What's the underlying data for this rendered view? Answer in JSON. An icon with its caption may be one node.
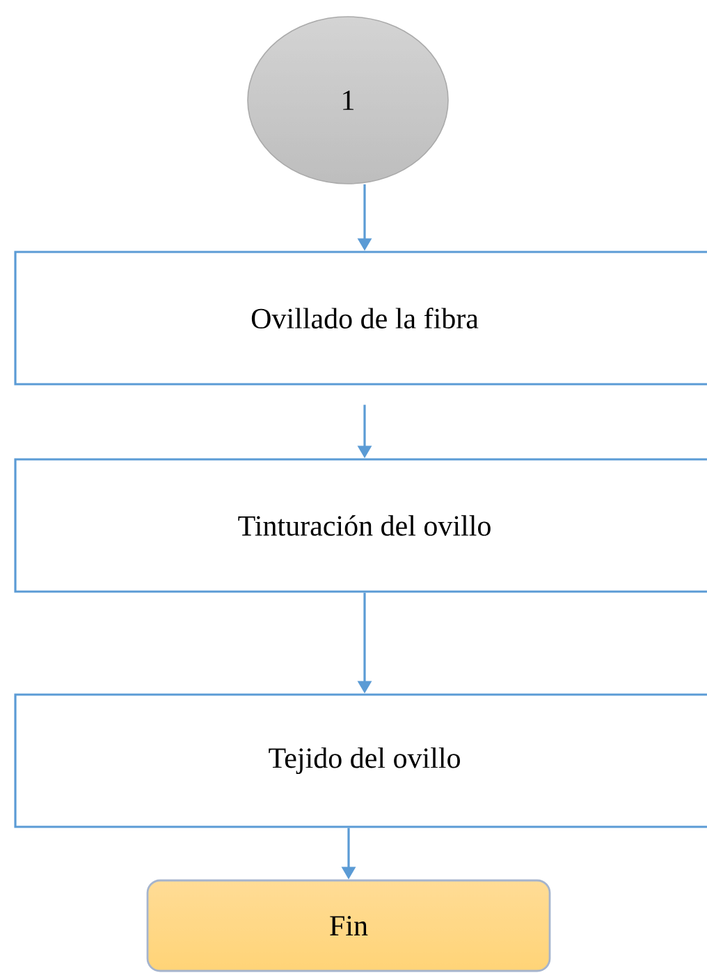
{
  "diagram": {
    "nodes": [
      {
        "text": [
          "1"
        ]
      },
      {
        "text": [
          "Ovillado de la fibra"
        ]
      },
      {
        "text": [
          "Tinturación del ovillo"
        ]
      },
      {
        "text": [
          "Tejido del ovillo"
        ]
      },
      {
        "text": [
          "Fin"
        ]
      }
    ],
    "edges": [
      {
        "from": 0,
        "to": 1,
        "arrow": "to"
      },
      {
        "from": 1,
        "to": 2,
        "arrow": "to"
      },
      {
        "from": 2,
        "to": 3,
        "arrow": "to"
      },
      {
        "from": 3,
        "to": 4,
        "arrow": "to"
      }
    ]
  }
}
